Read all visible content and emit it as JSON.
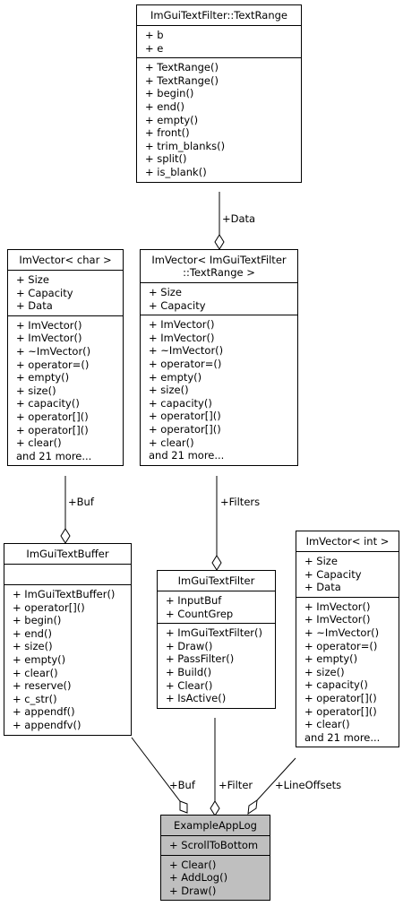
{
  "classes": {
    "textrange": {
      "name": "ImGuiTextFilter::TextRange",
      "attributes": [
        "+ b",
        "+ e"
      ],
      "methods": [
        "+ TextRange()",
        "+ TextRange()",
        "+ begin()",
        "+ end()",
        "+ empty()",
        "+ front()",
        "+ trim_blanks()",
        "+ split()",
        "+ is_blank()"
      ]
    },
    "vec_char": {
      "name": "ImVector< char >",
      "attributes": [
        "+ Size",
        "+ Capacity",
        "+ Data"
      ],
      "methods": [
        "+ ImVector()",
        "+ ImVector()",
        "+ ~ImVector()",
        "+ operator=()",
        "+ empty()",
        "+ size()",
        "+ capacity()",
        "+ operator[]()",
        "+ operator[]()",
        "+ clear()",
        "and 21 more..."
      ]
    },
    "vec_textrange": {
      "name": "ImVector< ImGuiTextFilter\n::TextRange >",
      "attributes": [
        "+ Size",
        "+ Capacity"
      ],
      "methods": [
        "+ ImVector()",
        "+ ImVector()",
        "+ ~ImVector()",
        "+ operator=()",
        "+ empty()",
        "+ size()",
        "+ capacity()",
        "+ operator[]()",
        "+ operator[]()",
        "+ clear()",
        "and 21 more..."
      ]
    },
    "textbuffer": {
      "name": "ImGuiTextBuffer",
      "attributes": [],
      "methods": [
        "+ ImGuiTextBuffer()",
        "+ operator[]()",
        "+ begin()",
        "+ end()",
        "+ size()",
        "+ empty()",
        "+ clear()",
        "+ reserve()",
        "+ c_str()",
        "+ appendf()",
        "+ appendfv()"
      ]
    },
    "textfilter": {
      "name": "ImGuiTextFilter",
      "attributes": [
        "+ InputBuf",
        "+ CountGrep"
      ],
      "methods": [
        "+ ImGuiTextFilter()",
        "+ Draw()",
        "+ PassFilter()",
        "+ Build()",
        "+ Clear()",
        "+ IsActive()"
      ]
    },
    "vec_int": {
      "name": "ImVector< int >",
      "attributes": [
        "+ Size",
        "+ Capacity",
        "+ Data"
      ],
      "methods": [
        "+ ImVector()",
        "+ ImVector()",
        "+ ~ImVector()",
        "+ operator=()",
        "+ empty()",
        "+ size()",
        "+ capacity()",
        "+ operator[]()",
        "+ operator[]()",
        "+ clear()",
        "and 21 more..."
      ]
    },
    "applog": {
      "name": "ExampleAppLog",
      "attributes": [
        "+ ScrollToBottom"
      ],
      "methods": [
        "+ Clear()",
        "+ AddLog()",
        "+ Draw()"
      ]
    }
  },
  "edges": {
    "data": "+Data",
    "buf_top": "+Buf",
    "filters": "+Filters",
    "buf_bottom": "+Buf",
    "filter": "+Filter",
    "lineoffsets": "+LineOffsets"
  }
}
